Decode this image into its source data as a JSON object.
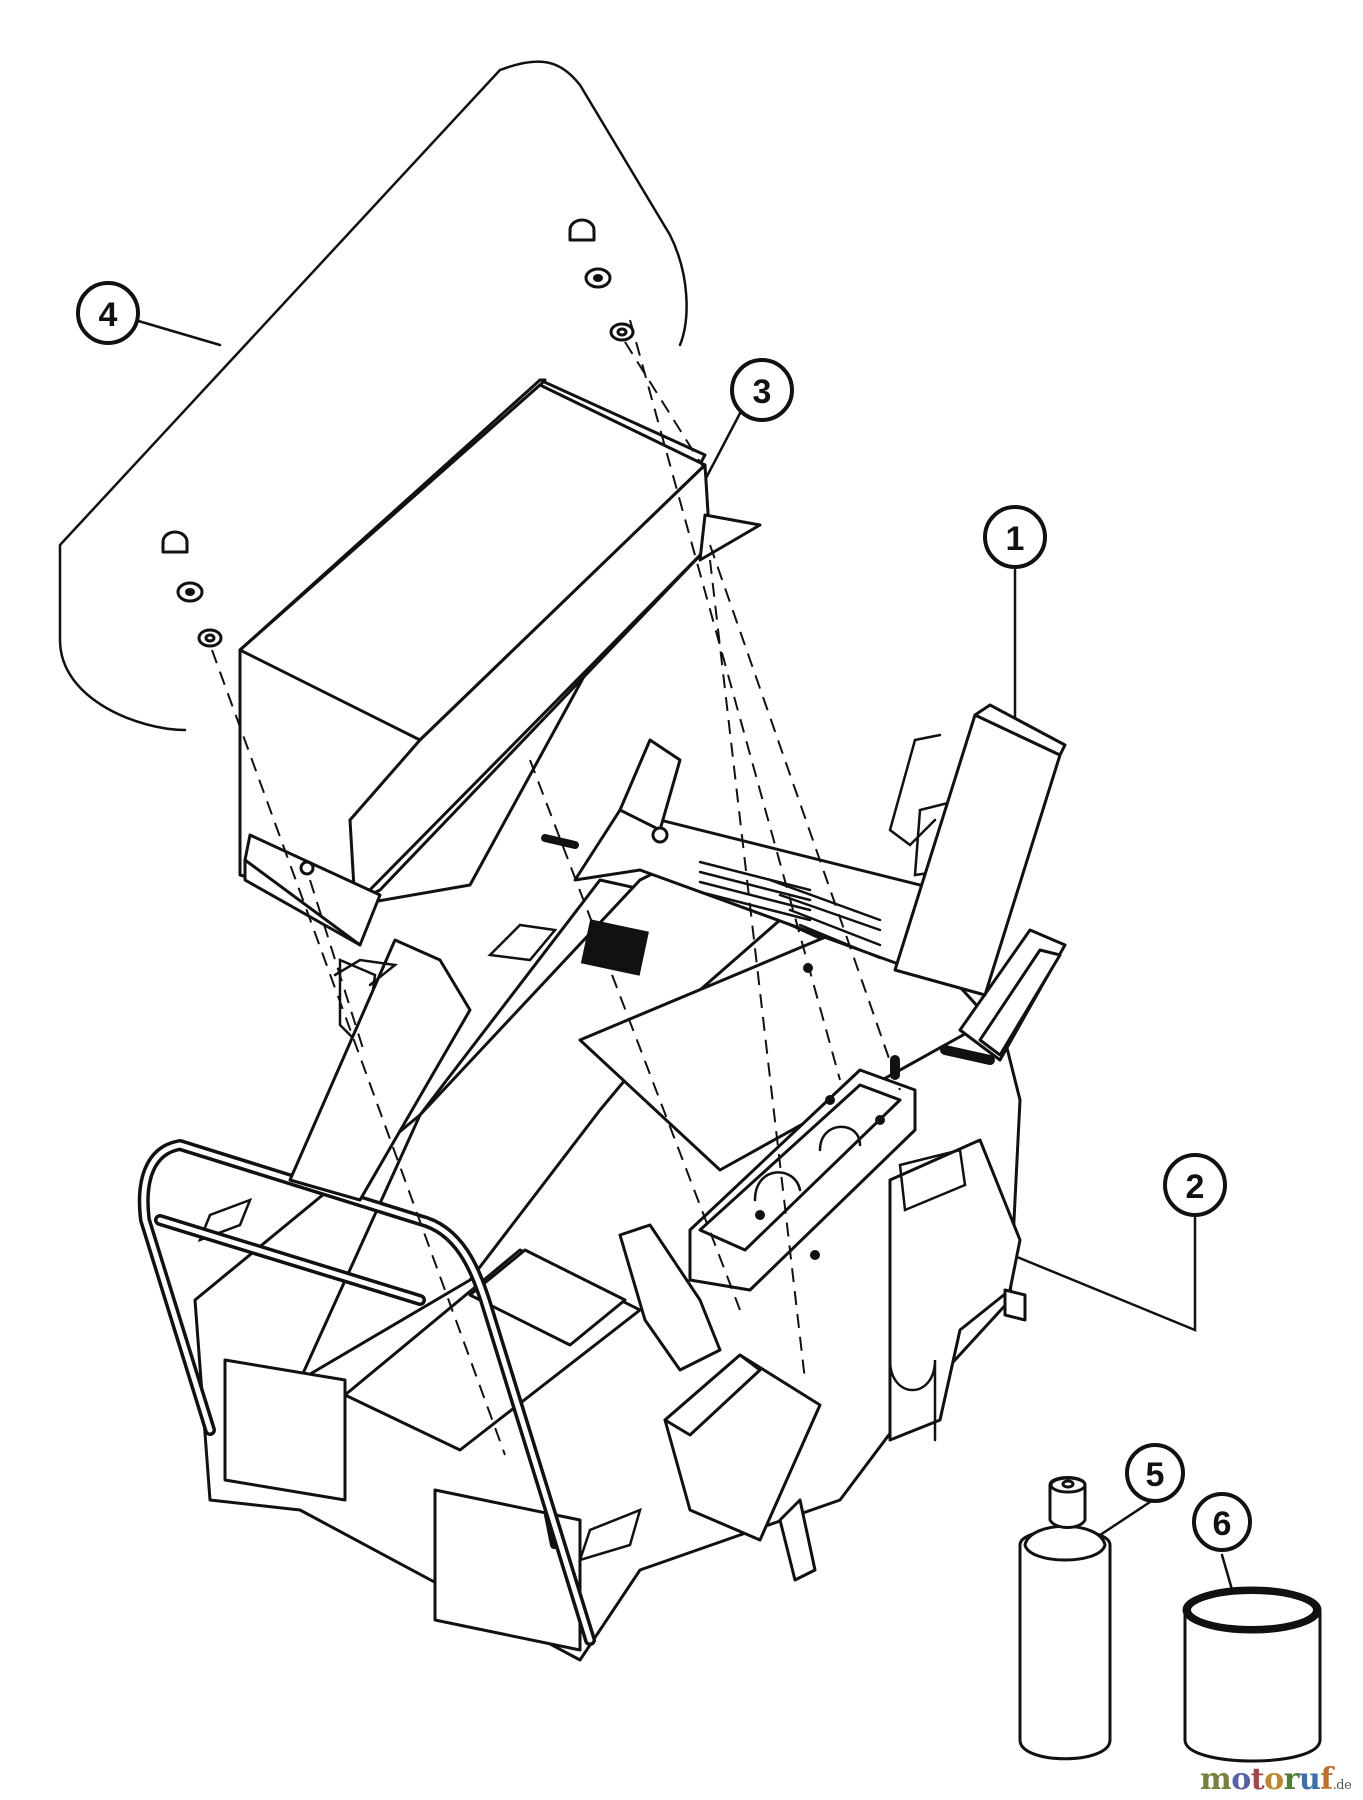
{
  "callouts": [
    {
      "number": "1"
    },
    {
      "number": "2"
    },
    {
      "number": "3"
    },
    {
      "number": "4"
    },
    {
      "number": "5"
    },
    {
      "number": "6"
    }
  ],
  "watermark": {
    "letters": [
      {
        "char": "m",
        "color": "#7a7f3c"
      },
      {
        "char": "o",
        "color": "#5560a8"
      },
      {
        "char": "t",
        "color": "#a8444a"
      },
      {
        "char": "o",
        "color": "#c0872f"
      },
      {
        "char": "r",
        "color": "#4f7d3a"
      },
      {
        "char": "u",
        "color": "#3d6fae"
      },
      {
        "char": "f",
        "color": "#c26d2a"
      }
    ],
    "suffix": ".de"
  }
}
